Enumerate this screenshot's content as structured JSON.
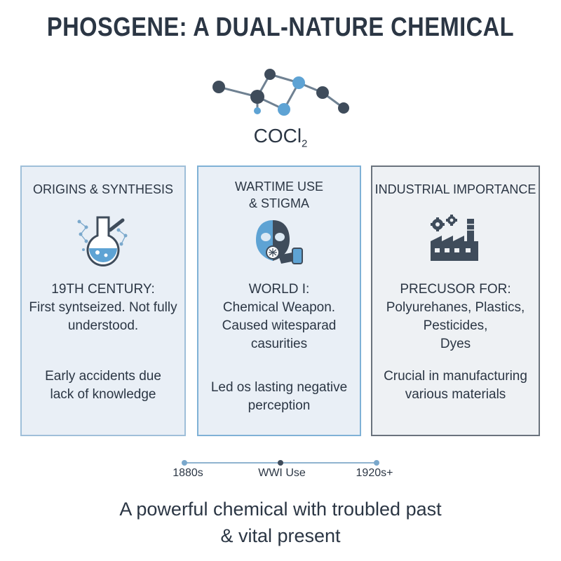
{
  "title": "PHOSGENE: A DUAL-NATURE CHEMICAL",
  "formula": {
    "main": "COCl",
    "subscript": "2"
  },
  "panels": [
    {
      "title_lines": [
        "ORIGINS & SYNTHESIS"
      ],
      "icon": "flask-icon",
      "text_lines": [
        "19TH CENTURY:",
        "First syntseized. Not fully",
        "understood.",
        "",
        "Early accidents due",
        "lack of knowledge"
      ]
    },
    {
      "title_lines": [
        "WARTIME USE",
        "& STIGMA"
      ],
      "icon": "gas-mask-icon",
      "text_lines": [
        "WORLD I:",
        "Chemical Weapon.",
        "Caused witesparad",
        "casurities",
        "",
        "Led os lasting negative",
        "perception"
      ]
    },
    {
      "title_lines": [
        "INDUSTRIAL IMPORTANCE"
      ],
      "icon": "factory-icon",
      "text_lines": [
        "PRECUSOR FOR:",
        "Polyurehanes, Plastics,",
        "Pesticides,",
        "Dyes",
        "",
        "Crucial in manufacturing",
        "various materials"
      ]
    }
  ],
  "timeline": {
    "labels": [
      "1880s",
      "WWI Use",
      "1920s+"
    ]
  },
  "tagline": [
    "A powerful chemical with troubled past",
    "& vital present"
  ],
  "colors": {
    "dark": "#2b3644",
    "accent": "#5ea3d4",
    "panel_bg": "#e9eff6"
  }
}
